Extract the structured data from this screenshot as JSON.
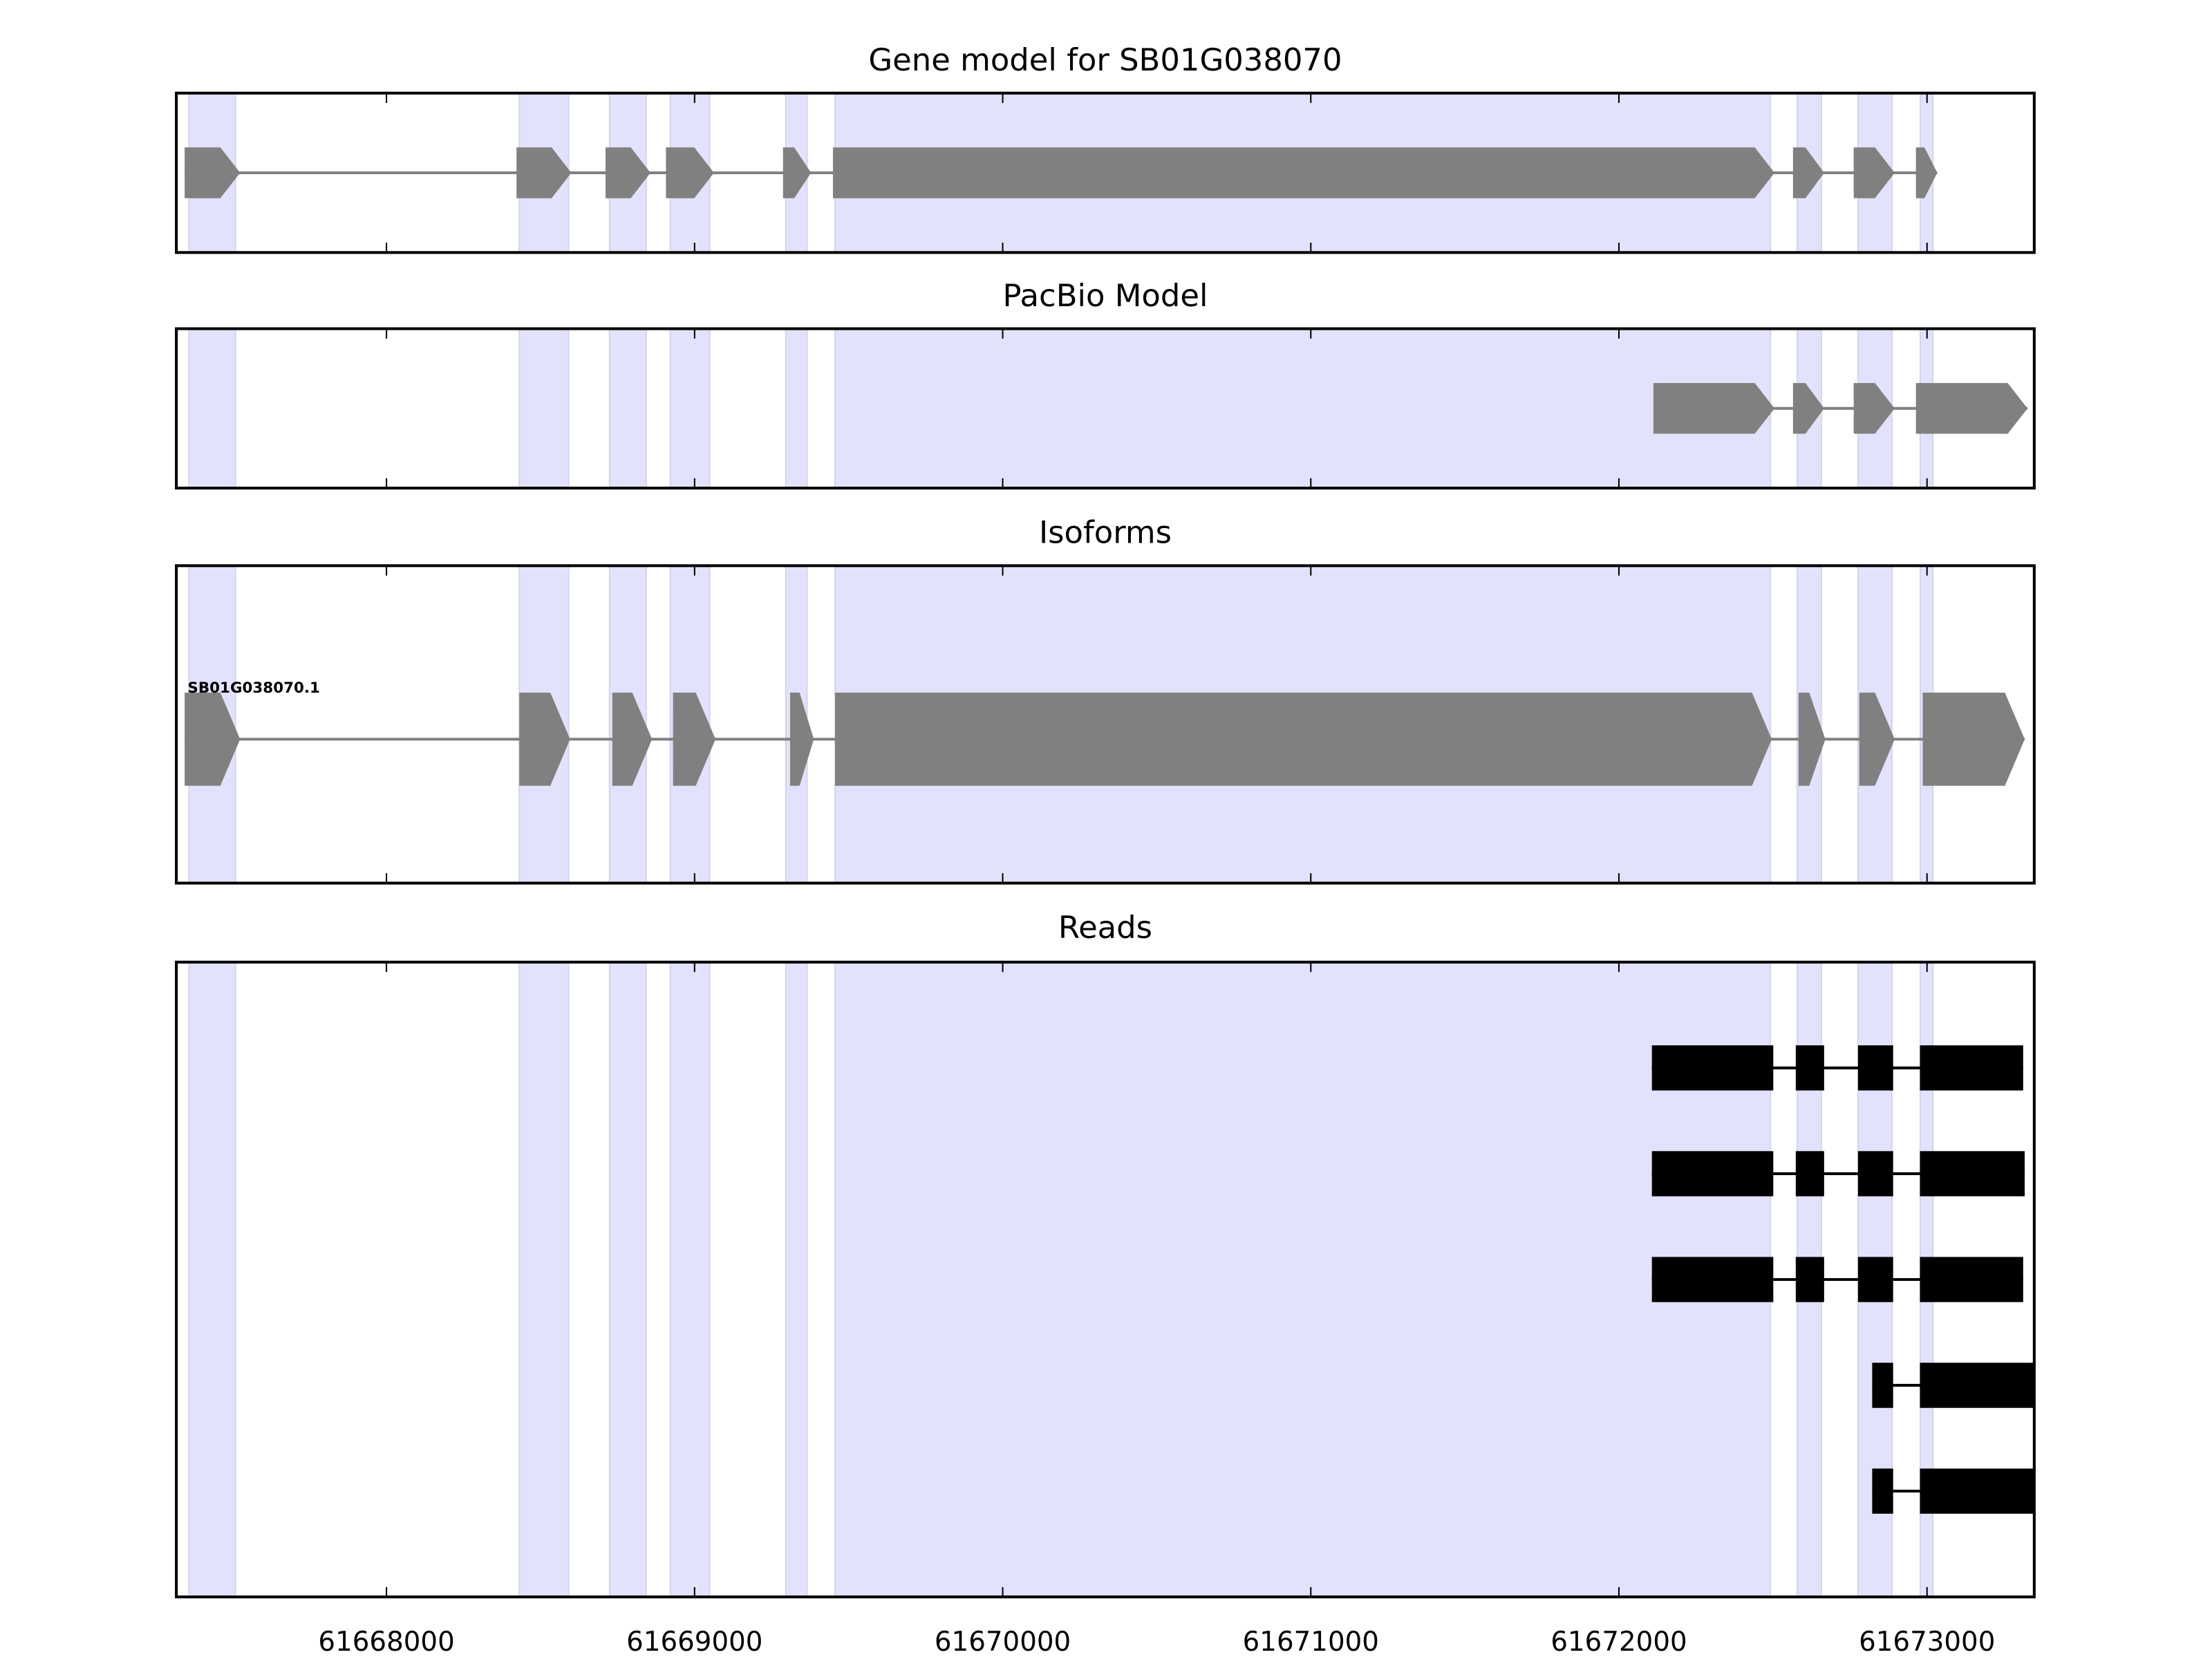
{
  "chart_data": {
    "type": "gene-track",
    "xlim": [
      61667318,
      61673348
    ],
    "xticks": [
      61668000,
      61669000,
      61670000,
      61671000,
      61672000,
      61673000
    ],
    "xtick_labels": [
      "61668000",
      "61669000",
      "61670000",
      "61671000",
      "61672000",
      "61673000"
    ],
    "shade_color": "#e2e2fc",
    "exon_color": "#808080",
    "read_color": "#000000",
    "exon_bands": [
      [
        61667359,
        61667510
      ],
      [
        61668431,
        61668591
      ],
      [
        61668724,
        61668843
      ],
      [
        61668921,
        61669049
      ],
      [
        61669296,
        61669365
      ],
      [
        61669456,
        61672492
      ],
      [
        61672579,
        61672657
      ],
      [
        61672776,
        61672886
      ],
      [
        61672978,
        61673019
      ]
    ],
    "panels": [
      {
        "title": "Gene model for SB01G038070",
        "kind": "gene",
        "transcripts": [
          {
            "label": "",
            "exons": [
              [
                61667345,
                61667525
              ],
              [
                61668422,
                61668600
              ],
              [
                61668711,
                61668857
              ],
              [
                61668907,
                61669063
              ],
              [
                61669287,
                61669378
              ],
              [
                61669449,
                61672505
              ],
              [
                61672565,
                61672666
              ],
              [
                61672762,
                61672895
              ],
              [
                61672964,
                61673033
              ]
            ]
          }
        ]
      },
      {
        "title": "PacBio Model",
        "kind": "gene",
        "transcripts": [
          {
            "label": "",
            "exons": [
              [
                61672112,
                61672505
              ],
              [
                61672565,
                61672666
              ],
              [
                61672762,
                61672895
              ],
              [
                61672964,
                61673326
              ]
            ]
          }
        ]
      },
      {
        "title": "Isoforms",
        "kind": "gene",
        "transcripts": [
          {
            "label": "SB01G038070.1",
            "exons": [
              [
                61667345,
                61667525
              ],
              [
                61668431,
                61668596
              ],
              [
                61668733,
                61668862
              ],
              [
                61668930,
                61669068
              ],
              [
                61669310,
                61669387
              ],
              [
                61669456,
                61672496
              ],
              [
                61672583,
                61672670
              ],
              [
                61672780,
                61672895
              ],
              [
                61672986,
                61673317
              ]
            ]
          }
        ]
      },
      {
        "title": "Reads",
        "kind": "reads",
        "transcripts": [
          {
            "label": "",
            "exons": [
              [
                61672107,
                61672501
              ],
              [
                61672574,
                61672666
              ],
              [
                61672776,
                61672890
              ],
              [
                61672977,
                61673312
              ]
            ]
          },
          {
            "label": "",
            "exons": [
              [
                61672107,
                61672501
              ],
              [
                61672574,
                61672666
              ],
              [
                61672776,
                61672890
              ],
              [
                61672977,
                61673317
              ]
            ]
          },
          {
            "label": "",
            "exons": [
              [
                61672107,
                61672501
              ],
              [
                61672574,
                61672666
              ],
              [
                61672776,
                61672890
              ],
              [
                61672977,
                61673312
              ]
            ]
          },
          {
            "label": "",
            "exons": [
              [
                61672822,
                61672890
              ],
              [
                61672977,
                61673348
              ]
            ]
          },
          {
            "label": "",
            "exons": [
              [
                61672822,
                61672890
              ],
              [
                61672977,
                61673348
              ]
            ]
          }
        ]
      }
    ]
  }
}
